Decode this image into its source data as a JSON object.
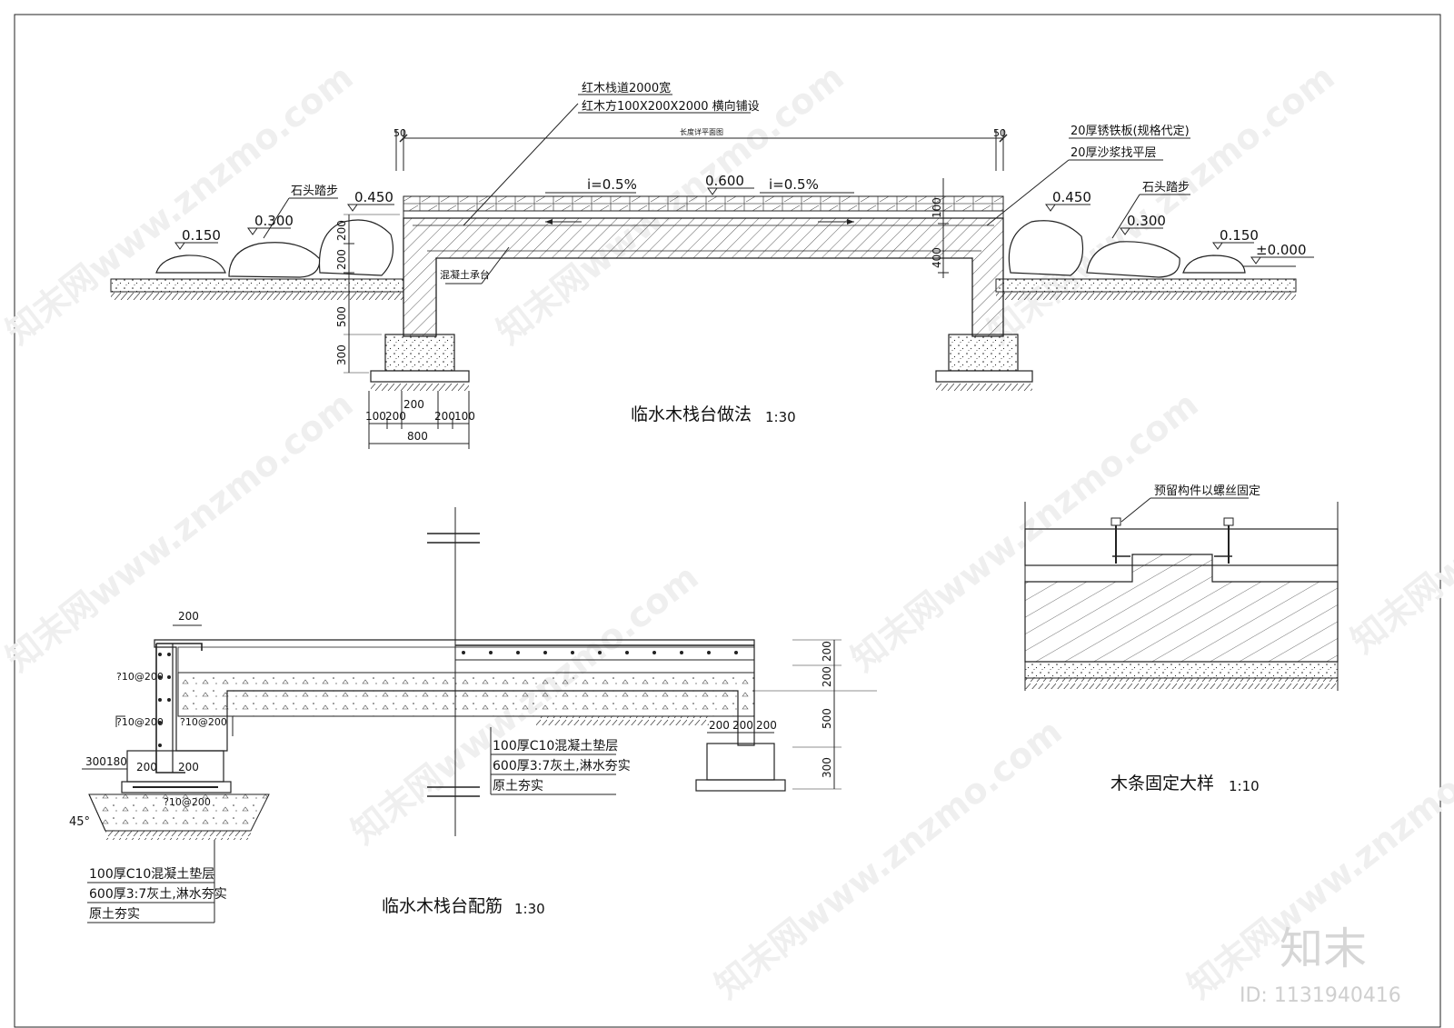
{
  "drawing": {
    "section": {
      "title": "临水木栈台做法",
      "scale": "1:30",
      "callout_lines": [
        "红木栈道2000宽",
        "红木方100X200X2000 横向铺设"
      ],
      "right_callout_lines": [
        "20厚锈铁板(规格代定)",
        "20厚沙浆找平层"
      ],
      "overall_dim_label": "长度详平面图",
      "stone_step_left": "石头踏步",
      "stone_step_right": "石头踏步",
      "concrete_cap": "混凝土承台",
      "levels": {
        "left_0150": "0.150",
        "left_0300": "0.300",
        "left_0450": "0.450",
        "deck": "0.600",
        "right_0450": "0.450",
        "right_0300": "0.300",
        "right_0150": "0.150",
        "ground": "±0.000"
      },
      "slopes": [
        "i=0.5%",
        "i=0.5%"
      ],
      "dims": {
        "end_left": "50",
        "end_right": "50",
        "v_200a": "200",
        "v_200b": "200",
        "v_500": "500",
        "v_300": "300",
        "v_r100": "100",
        "v_r200": "400",
        "foot_100a": "100",
        "foot_200a": "200",
        "foot_200c": "200",
        "foot_200d": "200",
        "foot_100b": "100",
        "foot_800": "800"
      }
    },
    "rebar": {
      "title": "临水木栈台配筋",
      "scale": "1:30",
      "rebar_tags": [
        "?10@200",
        "?10@200",
        "?10@200",
        "?10@200"
      ],
      "dims": {
        "top_200": "200",
        "col_200a": "200",
        "col_200b": "200",
        "step_300": "300",
        "step_180": "180",
        "angle": "45°",
        "foot_200a": "200",
        "foot_200b": "200",
        "foot_200c": "200",
        "r_200a": "200",
        "r_200b": "200",
        "r_500": "500",
        "r_300": "300"
      },
      "layers_left": [
        "100厚C10混凝土垫层",
        "600厚3:7灰土,淋水夯实",
        "原土夯实"
      ],
      "layers_right": [
        "100厚C10混凝土垫层",
        "600厚3:7灰土,淋水夯实",
        "原土夯实"
      ]
    },
    "detail": {
      "title": "木条固定大样",
      "scale": "1:10",
      "note": "预留构件以螺丝固定"
    },
    "branding": {
      "logo": "知末",
      "id_text": "ID: 1131940416",
      "watermark": "知末网www.znzmo.com"
    }
  }
}
